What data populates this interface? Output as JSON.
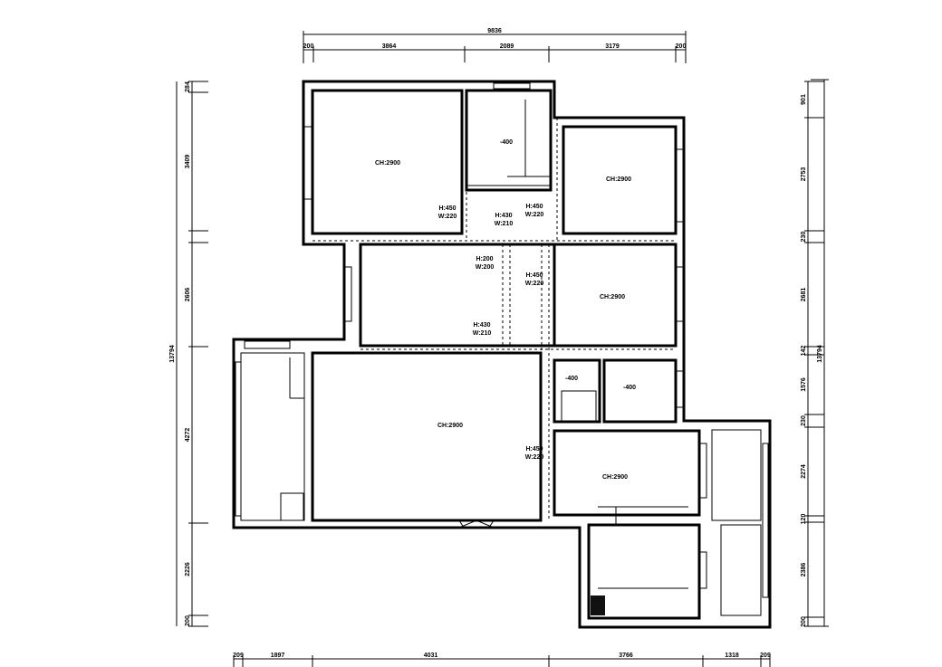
{
  "dimensions": {
    "top_total": "9836",
    "top": [
      "200",
      "3864",
      "2089",
      "3179",
      "200"
    ],
    "left_total": "13794",
    "left": [
      "284",
      "3409",
      "2606",
      "4272",
      "2226",
      "200"
    ],
    "right_total": "13794",
    "right": [
      "901",
      "2753",
      "230",
      "2681",
      "142",
      "1576",
      "230",
      "2274",
      "120",
      "2386",
      "200"
    ],
    "bottom": [
      "209",
      "1897",
      "4031",
      "3766",
      "1318",
      "209"
    ]
  },
  "rooms": [
    {
      "label": "CH:2900"
    },
    {
      "label": "-400"
    },
    {
      "label": "CH:2900"
    },
    {
      "label": "CH:2900"
    },
    {
      "label": "-400"
    },
    {
      "label": "-400"
    },
    {
      "label": "CH:2900"
    },
    {
      "label": "CH:2900"
    }
  ],
  "openings": [
    {
      "h": "H:450",
      "w": "W:220"
    },
    {
      "h": "H:430",
      "w": "W:210"
    },
    {
      "h": "H:450",
      "w": "W:220"
    },
    {
      "h": "H:200",
      "w": "W:200"
    },
    {
      "h": "H:450",
      "w": "W:220"
    },
    {
      "h": "H:430",
      "w": "W:210"
    },
    {
      "h": "H:450",
      "w": "W:220"
    }
  ]
}
